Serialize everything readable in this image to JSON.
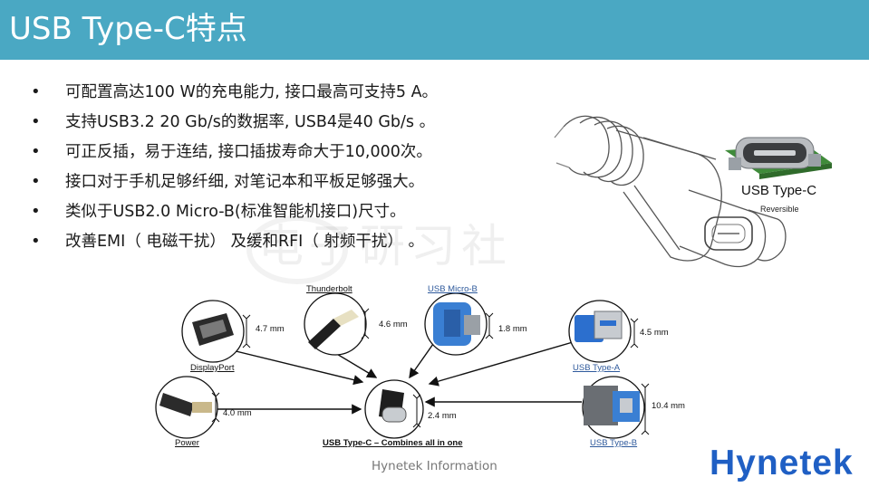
{
  "header": {
    "title": "USB Type-C特点"
  },
  "bullets": [
    {
      "marker": "•",
      "text": "可配置高达100 W的充电能力, 接口最高可支持5 A。"
    },
    {
      "marker": "•",
      "text": "支持USB3.2 20 Gb/s的数据率, USB4是40 Gb/s 。"
    },
    {
      "marker": "•",
      "text": "可正反插，易于连结, 接口插拔寿命大于10,000次。"
    },
    {
      "marker": "•",
      "text": "接口对于手机足够纤细, 对笔记本和平板足够强大。"
    },
    {
      "marker": "•",
      "text": "类似于USB2.0 Micro-B(标准智能机接口)尺寸。"
    },
    {
      "marker": "•",
      "text": "改善EMI（ 电磁干扰） 及缓和RFI（ 射频干扰） 。"
    }
  ],
  "cable_figure": {
    "label": "USB Type-C",
    "sublabel": "Reversible"
  },
  "watermark": "电子研习社",
  "connectors": {
    "displayport": {
      "name": "DisplayPort",
      "size": "4.7 mm"
    },
    "thunderbolt": {
      "name": "Thunderbolt",
      "size": "4.6 mm"
    },
    "micro_b": {
      "name": "USB Micro-B",
      "size": "1.8 mm"
    },
    "type_a": {
      "name": "USB Type-A",
      "size": "4.5 mm"
    },
    "power": {
      "name": "Power",
      "size": "4.0 mm"
    },
    "type_b": {
      "name": "USB Type-B",
      "size": "10.4 mm"
    },
    "type_c": {
      "name": "USB Type-C – Combines all in one",
      "size": "2.4 mm"
    }
  },
  "footer": {
    "text": "Hynetek Information"
  },
  "logo": {
    "text": "Hynetek"
  },
  "colors": {
    "header": "#4aa8c3",
    "logo": "#1f5fc4",
    "link_blue": "#2f5a9c"
  }
}
